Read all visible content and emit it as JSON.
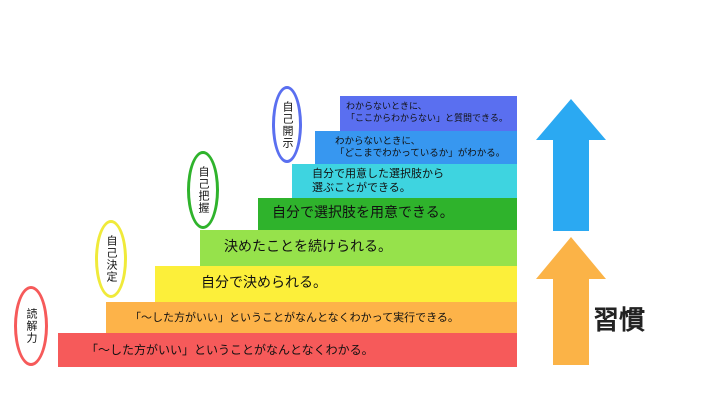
{
  "steps": [
    {
      "text": "「〜した方がいい」ということがなんとなくわかる。",
      "color": "#f65a5a"
    },
    {
      "text": "「〜した方がいい」ということがなんとなくわかって実行できる。",
      "color": "#fdb349"
    },
    {
      "text": "自分で決められる。",
      "color": "#fcef3a"
    },
    {
      "text": "決めたことを続けられる。",
      "color": "#96e24b"
    },
    {
      "text": "自分で選択肢を用意できる。",
      "color": "#2fb32c"
    },
    {
      "text": "自分で用意した選択肢から\n選ぶことができる。",
      "color": "#3ed4e0"
    },
    {
      "text": "わからないときに、\n「どこまでわかっているか」がわかる。",
      "color": "#3797f0"
    },
    {
      "text": "わからないときに、\n「ここからわからない」と質問できる。",
      "color": "#5a6ff0"
    }
  ],
  "badges": [
    {
      "text": "読解力",
      "border": "#f65a5a"
    },
    {
      "text": "自己決定",
      "border": "#f0ea3a"
    },
    {
      "text": "自己把握",
      "border": "#2fb32c"
    },
    {
      "text": "自己開示",
      "border": "#5a6ff0"
    }
  ],
  "habit_label": "習慣",
  "arrows": {
    "bottom_color": "#fbb347",
    "top_color": "#2ba9f2"
  }
}
